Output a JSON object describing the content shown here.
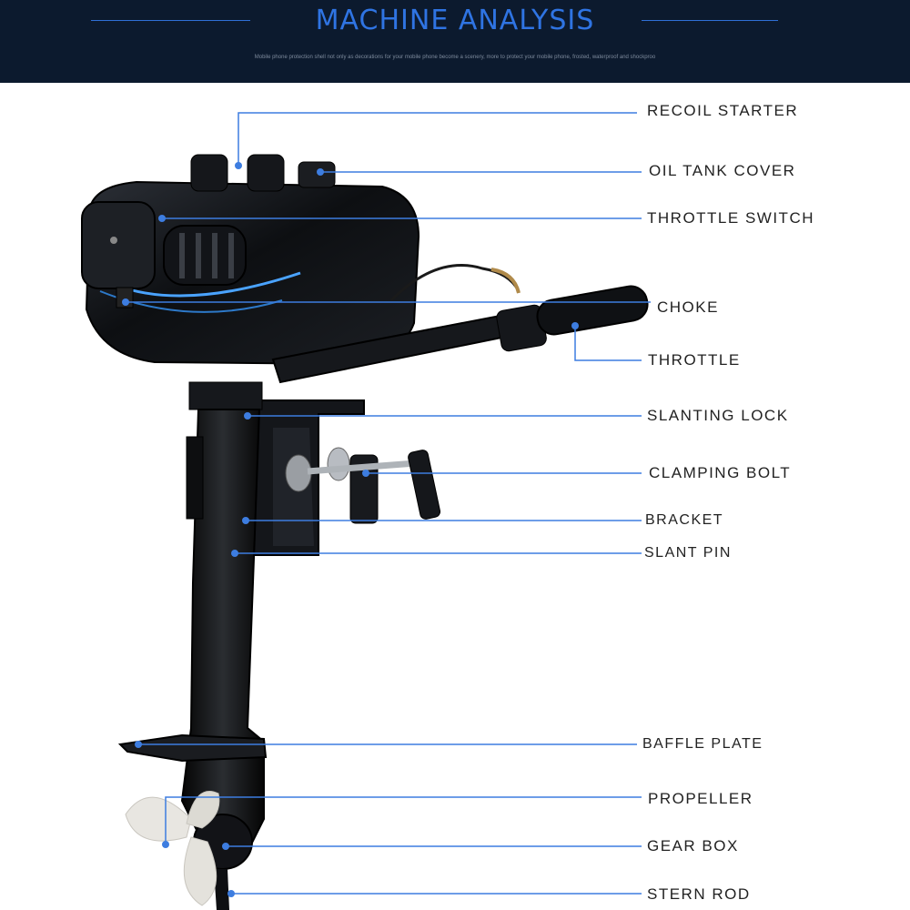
{
  "header": {
    "title": "MACHINE ANALYSIS",
    "subtitle": "Mobile phone protection shell not only as decorations for your mobile phone become a scenery, more to protect your mobile phone, frosted, waterproof and shockproo"
  },
  "colors": {
    "header_bg": "#0c1a2e",
    "accent": "#2f74e3",
    "leader_line": "#3d7de0",
    "label_text": "#222222"
  },
  "labels": {
    "recoil_starter": "RECOIL STARTER",
    "oil_tank_cover": "OIL TANK COVER",
    "throttle_switch": "THROTTLE SWITCH",
    "choke": "CHOKE",
    "throttle": "THROTTLE",
    "slanting_lock": "SLANTING LOCK",
    "clamping_bolt": "CLAMPING BOLT",
    "bracket": "BRACKET",
    "slant_pin": "SLANT PIN",
    "baffle_plate": "BAFFLE PLATE",
    "propeller": "PROPELLER",
    "gear_box": "GEAR BOX",
    "stern_rod": "STERN ROD"
  }
}
